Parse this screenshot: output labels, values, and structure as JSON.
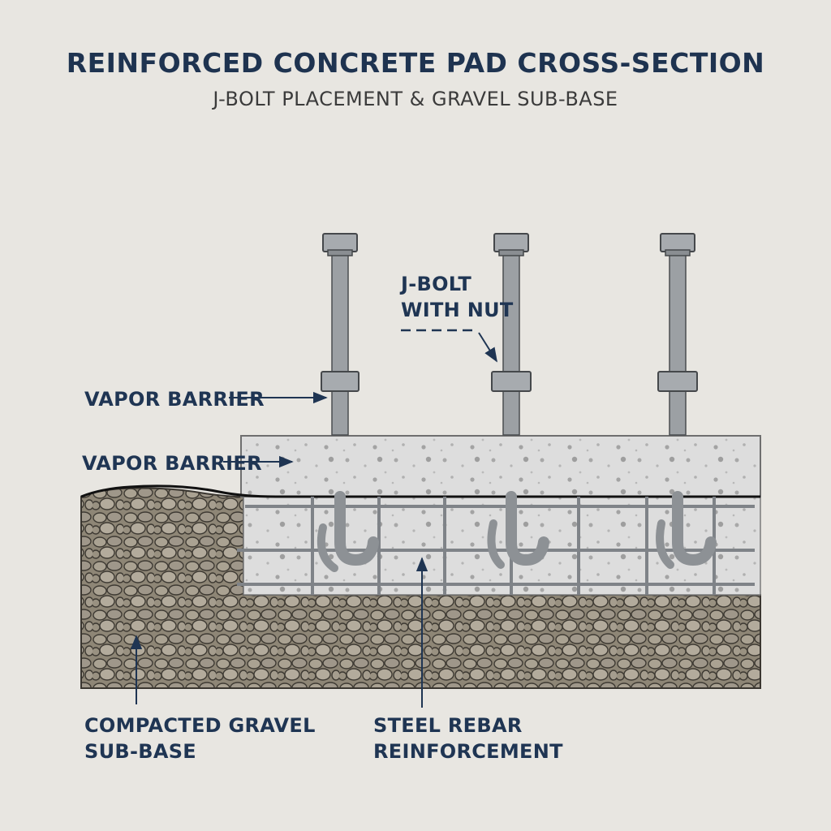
{
  "title": "REINFORCED CONCRETE PAD CROSS-SECTION",
  "subtitle": "J-BOLT PLACEMENT & GRAVEL SUB-BASE",
  "labels": {
    "jbolt_line1": "J-BOLT",
    "jbolt_line2": "WITH NUT",
    "vapor_barrier_upper": "VAPOR BARRIER",
    "vapor_barrier_lower": "VAPOR BARRIER",
    "gravel_line1": "COMPACTED GRAVEL",
    "gravel_line2": "SUB-BASE",
    "rebar_line1": "STEEL REBAR",
    "rebar_line2": "REINFORCEMENT"
  },
  "colors": {
    "background": "#e8e6e1",
    "title": "#1e3350",
    "label": "#1f3553",
    "concrete": "#dcdcdc",
    "gravel": "#8e8676",
    "steel": "#8f9397"
  }
}
